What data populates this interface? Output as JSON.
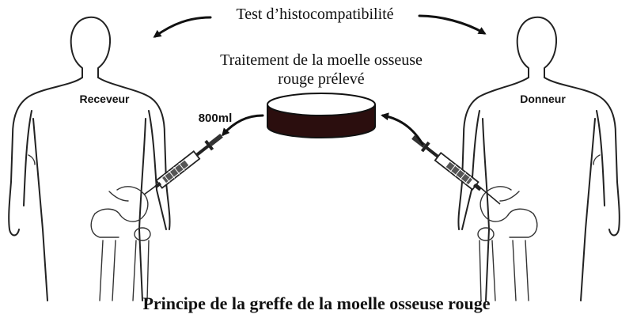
{
  "title_top": "Test d’histocompatibilité",
  "treatment_line1": "Traitement de la moelle osseuse",
  "treatment_line2": "rouge prélevé",
  "receiver_label": "Receveur",
  "donor_label": "Donneur",
  "volume_label": "800ml",
  "caption": "Principe de la greffe de la moelle osseuse rouge",
  "colors": {
    "marrow": "#2b0e0e",
    "line": "#222222",
    "background": "#ffffff"
  }
}
